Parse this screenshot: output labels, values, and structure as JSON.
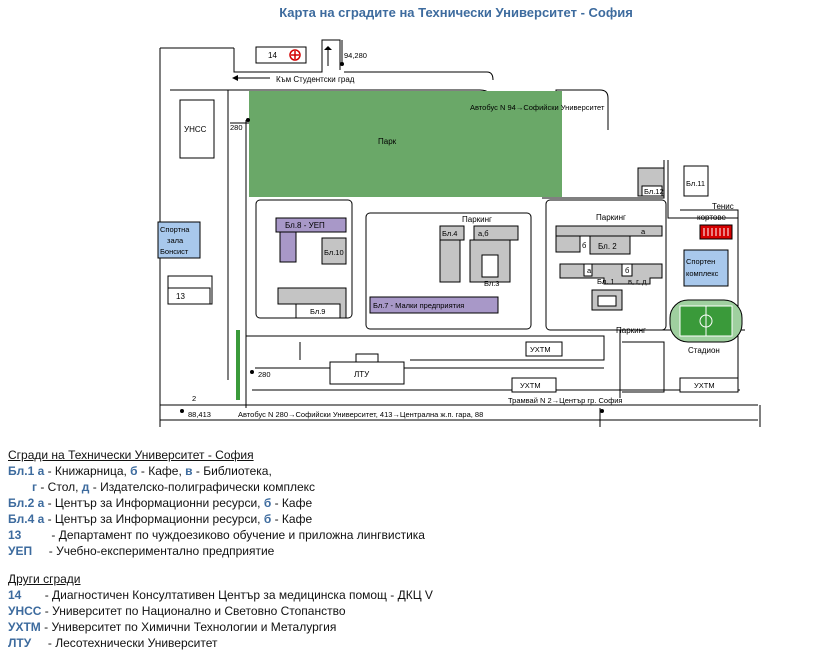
{
  "page_title": "Карта на сградите на Технически Университет - София",
  "map": {
    "street_top": "Към Студентски град",
    "bus_94": "Автобус N 94→Софийски Университет",
    "bus_280": "Автобус N 280→Софийски Университет, 413→Централна ж.п. гара, 88",
    "tram_2": "Трамвай N 2→Център гр. София",
    "num_94_280": "94,280",
    "num_280a": "280",
    "num_280b": "280",
    "num_2": "2",
    "num_88_413": "88,413",
    "park": "Парк",
    "parking1": "Паркинг",
    "parking2": "Паркинг",
    "parking3": "Паркинг",
    "b14": "14",
    "unss": "УНСС",
    "sport_hall": [
      "Спортна",
      "зала",
      "Бонсист"
    ],
    "b13": "13",
    "b8": "Бл.8 - УЕП",
    "b10": "Бл.10",
    "b9": "Бл.9",
    "b7": "Бл.7 - Малки предприятия",
    "b4": "Бл.4",
    "b4ab": "а,б",
    "b3": "Бл.3",
    "b12": "Бл.12",
    "b11": "Бл.11",
    "b2": "Бл. 2",
    "b2a": "а",
    "b2b": "б",
    "b1": "Бл. 1",
    "b1a": "а",
    "b1b": "б",
    "b1v": "в, г, д",
    "tennis": [
      "Тенис",
      "кортове"
    ],
    "sport_complex": [
      "Спортен",
      "комплекс"
    ],
    "stadium": "Стадион",
    "uhtm1": "УХТМ",
    "uhtm2": "УХТМ",
    "uhtm3": "УХТМ",
    "ltu": "ЛТУ"
  },
  "legend": {
    "tu_heading": "Сгради на Технически Университет - София",
    "tu_rows": [
      {
        "parts": [
          {
            "t": "Бл.1 а",
            "k": true
          },
          {
            "t": " - Книжарница, "
          },
          {
            "t": "б",
            "k": true
          },
          {
            "t": " - Кафе, "
          },
          {
            "t": "в",
            "k": true
          },
          {
            "t": " - Библиотека,"
          }
        ]
      },
      {
        "parts": [
          {
            "t": "г",
            "k": true
          },
          {
            "t": " - Стол, "
          },
          {
            "t": "д",
            "k": true
          },
          {
            "t": " - Издателско-полиграфически комплекс"
          }
        ],
        "indent": true
      },
      {
        "parts": [
          {
            "t": "Бл.2 а",
            "k": true
          },
          {
            "t": " - Център за Информационни ресурси, "
          },
          {
            "t": "б",
            "k": true
          },
          {
            "t": " - Кафе"
          }
        ]
      },
      {
        "parts": [
          {
            "t": "Бл.4 а",
            "k": true
          },
          {
            "t": " - Център за Информационни ресурси, "
          },
          {
            "t": "б",
            "k": true
          },
          {
            "t": " - Кафе"
          }
        ]
      },
      {
        "parts": [
          {
            "t": "13",
            "k": true
          },
          {
            "t": "         - Департамент по чуждоезиково обучение и приложна лингвистика"
          }
        ]
      },
      {
        "parts": [
          {
            "t": "УЕП",
            "k": true
          },
          {
            "t": "     - Учебно-експериментално предприятие"
          }
        ]
      }
    ],
    "other_heading": "Други сгради",
    "other_rows": [
      {
        "parts": [
          {
            "t": "14",
            "k": true
          },
          {
            "t": "       - Диагностичен Консултативен Център за медицинска помощ - ДКЦ V"
          }
        ]
      },
      {
        "parts": [
          {
            "t": "УНСС",
            "k": true
          },
          {
            "t": " - Университет по Национално и Световно Стопанство"
          }
        ]
      },
      {
        "parts": [
          {
            "t": "УХТМ",
            "k": true
          },
          {
            "t": " - Университет по Химични Технологии и Металургия"
          }
        ]
      },
      {
        "parts": [
          {
            "t": "ЛТУ",
            "k": true
          },
          {
            "t": "     - Лесотехнически Университет"
          }
        ]
      }
    ]
  },
  "colors": {
    "park": "#6aa868",
    "purple": "#a898c8",
    "blue_box": "#a8c8ec",
    "stadium": "#3a9a3a",
    "tennis": "#d40000",
    "gray": "#c4c4c4",
    "legend_key": "#3d6b9e"
  }
}
